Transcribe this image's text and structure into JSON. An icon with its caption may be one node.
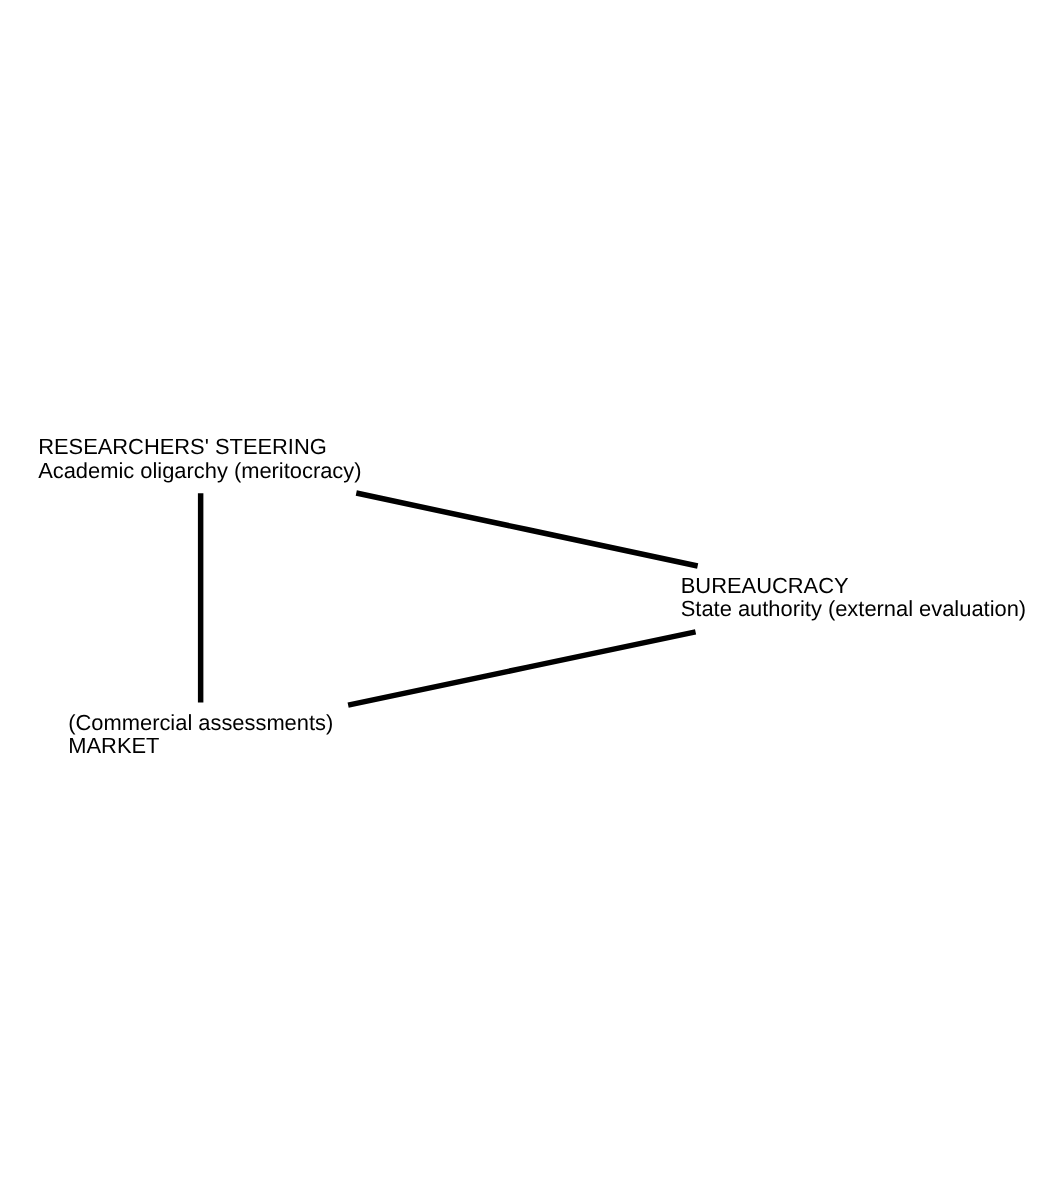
{
  "diagram": {
    "nodes": [
      {
        "text": [
          "(Commercial assessments)",
          "MARKET"
        ]
      },
      {
        "text": [
          "BUREAUCRACY",
          "State authority (external evaluation)"
        ]
      },
      {
        "text": [
          "RESEARCHERS' STEERING",
          "Academic oligarchy (meritocracy)"
        ]
      }
    ],
    "edges": [
      {
        "from": 0,
        "to": 1,
        "arrow": "none"
      },
      {
        "from": 1,
        "to": 2,
        "arrow": "none"
      },
      {
        "from": 2,
        "to": 0,
        "arrow": "none"
      }
    ]
  }
}
